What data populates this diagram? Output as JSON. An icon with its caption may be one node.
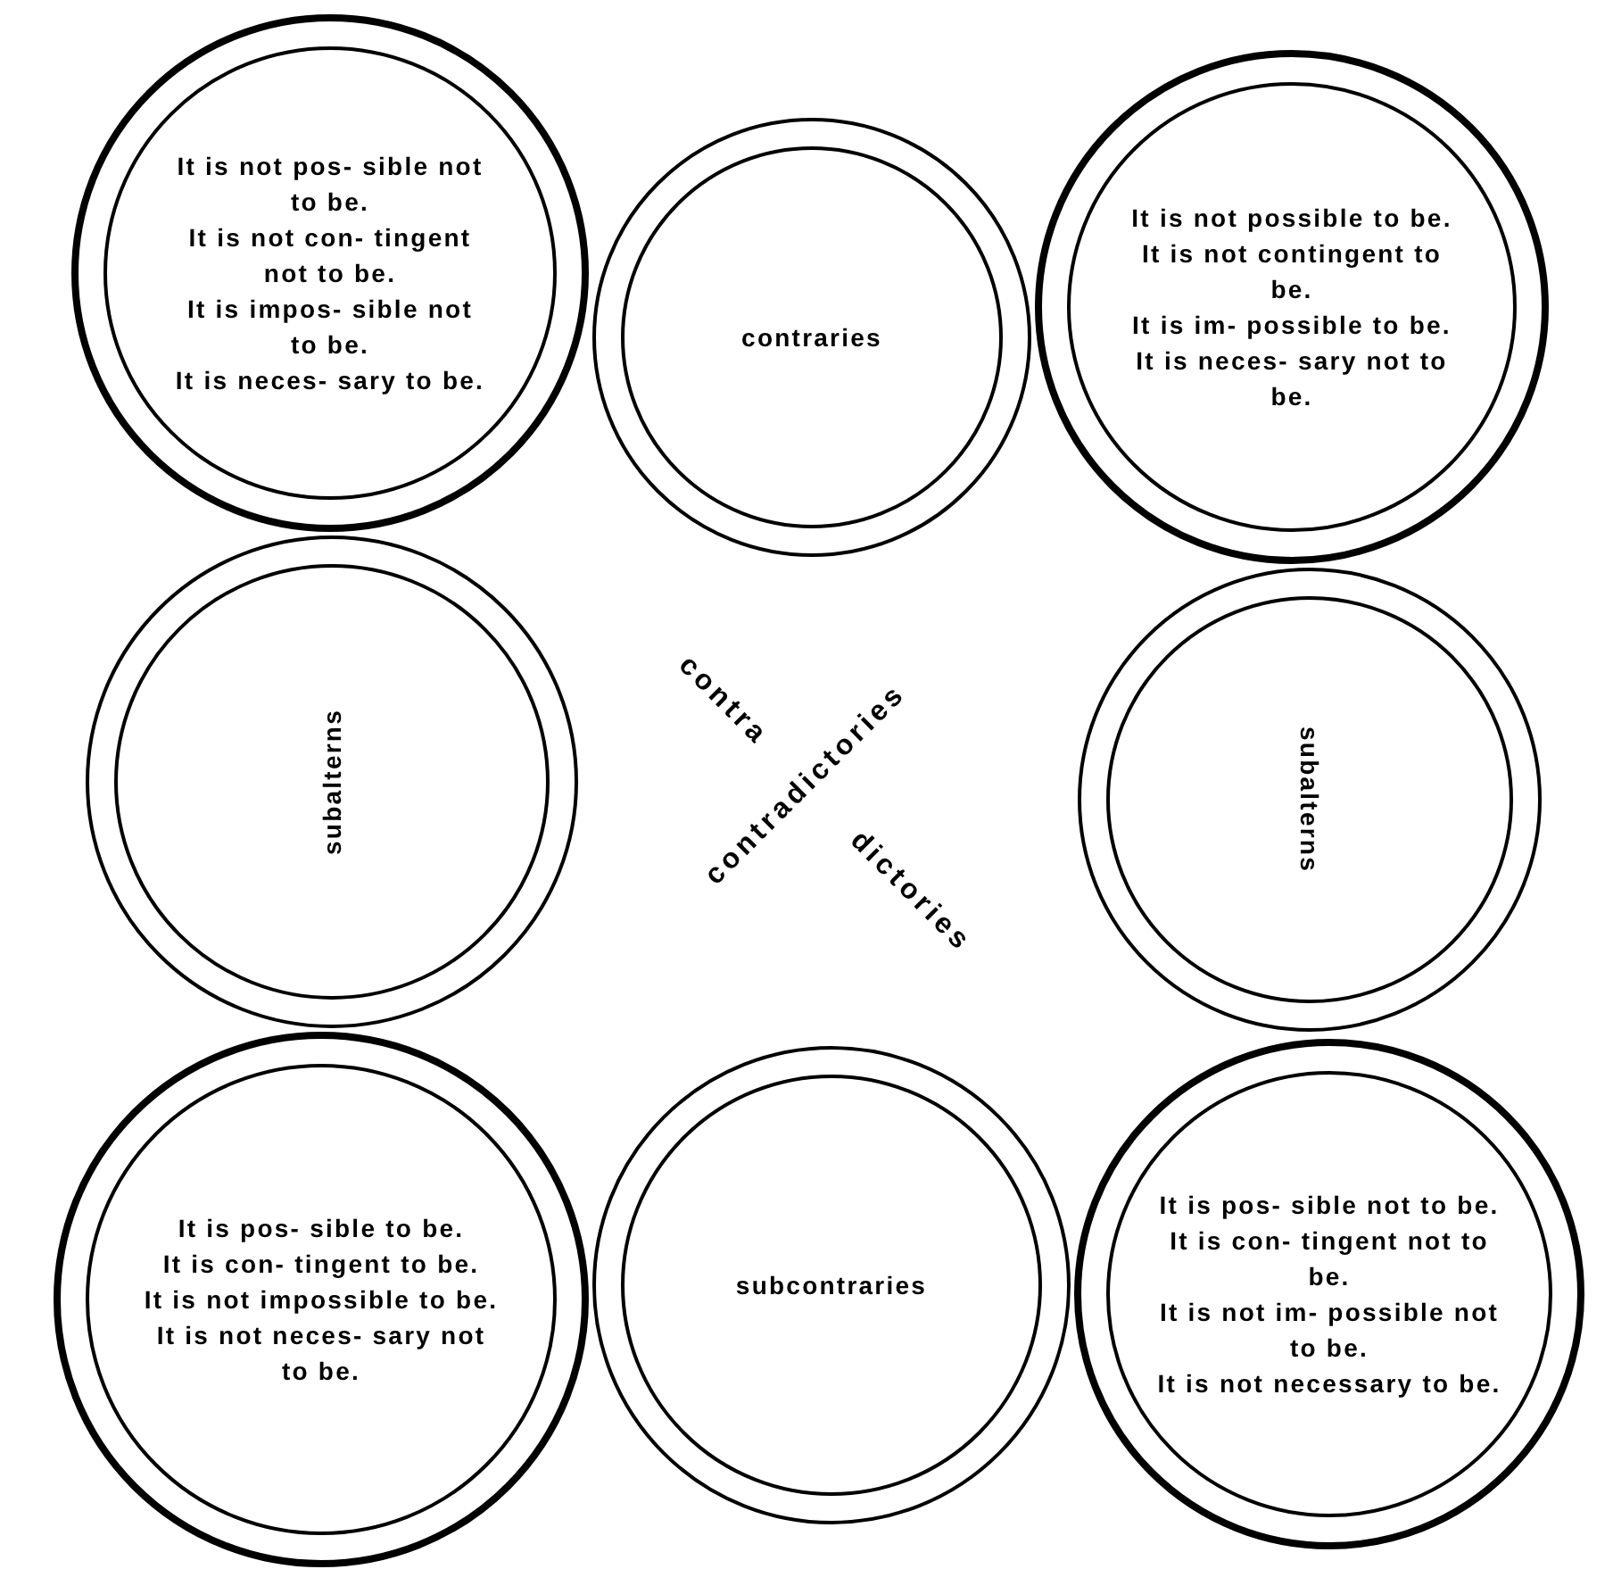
{
  "diagram": {
    "nodes": [
      {
        "text": [
          "It is not pos- sible not to be.",
          "It is not con- tingent not to be.",
          "It is impos- sible not to be.",
          "It is neces- sary to be."
        ]
      },
      {
        "text": [
          "contraries"
        ]
      },
      {
        "text": [
          "It is not possible to be.",
          "It is not contingent to be.",
          "It is im- possible to be.",
          "It is neces- sary not to be."
        ]
      },
      {
        "text": [
          "subalterns"
        ]
      },
      {
        "text": [
          "subalterns"
        ]
      },
      {
        "text": [
          "It is pos- sible to be.",
          "It is con- tingent to be.",
          "It is not impossible to be.",
          "It is not neces- sary not to be."
        ]
      },
      {
        "text": [
          "subcontraries"
        ]
      },
      {
        "text": [
          "It is pos- sible not to be.",
          "It is con- tingent not to be.",
          "It is not im- possible not to be.",
          "It is not necessary to be."
        ]
      }
    ],
    "labels": [
      "contra",
      "contradictories",
      "dictories"
    ]
  }
}
